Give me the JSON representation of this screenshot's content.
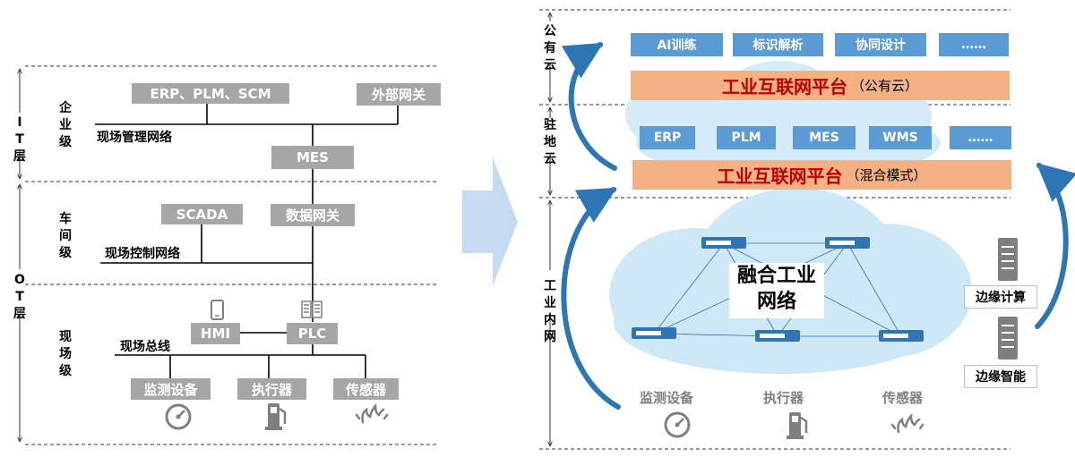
{
  "left": {
    "layers": {
      "it": "IT层",
      "ot": "OT层"
    },
    "levels": {
      "enterprise": "企业级",
      "workshop": "车间级",
      "field": "现场级"
    },
    "boxes": {
      "erp": "ERP、PLM、SCM",
      "gateway_ext": "外部网关",
      "mes": "MES",
      "scada": "SCADA",
      "gateway_data": "数据网关",
      "hmi": "HMI",
      "plc": "PLC",
      "monitor": "监测设备",
      "actuator": "执行器",
      "sensor": "传感器"
    },
    "networks": {
      "mgmt": "现场管理网络",
      "control": "现场控制网络",
      "bus": "现场总线"
    }
  },
  "right": {
    "zones": {
      "public": "公有云",
      "onprem": "驻地云",
      "inner": "工业内网"
    },
    "public_apps": [
      "AI训练",
      "标识解析",
      "协同设计",
      "……"
    ],
    "public_platform": {
      "main": "工业互联网平台",
      "sub": "（公有云）"
    },
    "onprem_apps": [
      "ERP",
      "PLM",
      "MES",
      "WMS",
      "……"
    ],
    "onprem_platform": {
      "main": "工业互联网平台",
      "sub": "（混合模式）"
    },
    "core": [
      "融合工业",
      "网络"
    ],
    "edge": {
      "compute": "边缘计算",
      "intelligence": "边缘智能"
    },
    "devices": {
      "monitor": "监测设备",
      "actuator": "执行器",
      "sensor": "传感器"
    }
  },
  "colors": {
    "gray_box": "#a6a6a6",
    "blue_box": "#5b9bd5",
    "platform": "#f4b183",
    "platform_text": "#c00000",
    "cloud": "#cfe8f8",
    "arrow": "#2e75b6",
    "transition_arrow": "#c5dcf0"
  },
  "icons": [
    "phone-icon",
    "plc-icon",
    "gauge-icon",
    "fuel-pump-icon",
    "fire-icon",
    "router-icon",
    "server-icon"
  ]
}
